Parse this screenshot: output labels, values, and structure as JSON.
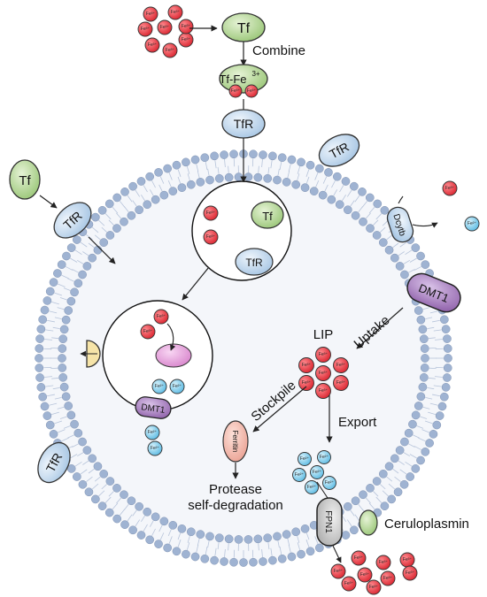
{
  "labels": {
    "tf": "Tf",
    "tf_fe3": "Tf-Fe",
    "tf_fe3_sup": "3+",
    "tfr": "TfR",
    "combine": "Combine",
    "dcytb": "Dcytb",
    "dmt1": "DMT1",
    "lip": "LIP",
    "uptake": "Uptake",
    "export": "Export",
    "stockpile": "Stockpile",
    "ferritin": "Ferritin",
    "protease": "Protease",
    "self_degradation": "self-degradation",
    "fpn1": "FPN1",
    "ceruloplasmin": "Ceruloplasmin",
    "fe3": "Fe³⁺",
    "fe2": "Fe²⁺"
  },
  "colors": {
    "fe3_ion": "#e8313a",
    "fe2_ion": "#6cc8ec",
    "tf_protein": "#a8cf84",
    "tfr_protein": "#b8d2ea",
    "dmt1_protein": "#9b6fb3",
    "ferritin": "#f2b5a6",
    "fpn1": "#c9c9c9",
    "enzyme": "#e29ad8",
    "membrane_head": "#9fb3d2",
    "cytoplasm": "#f5f7fb"
  }
}
